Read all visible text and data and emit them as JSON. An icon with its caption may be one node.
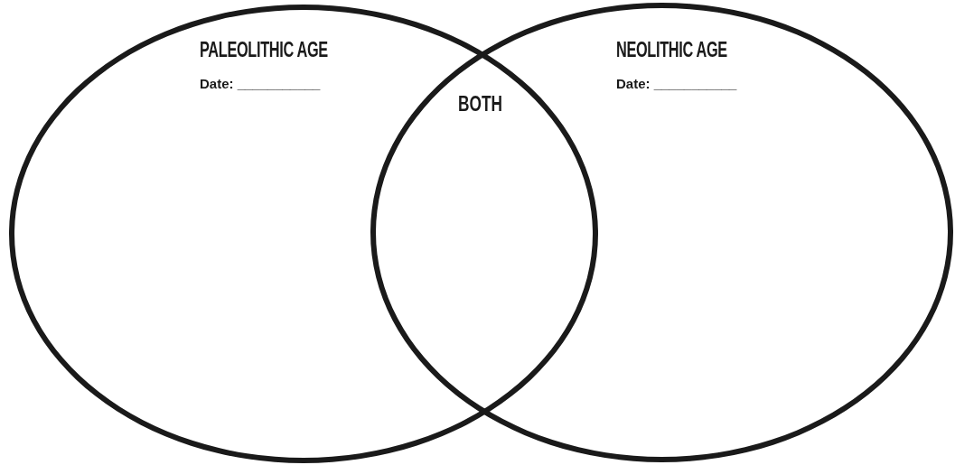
{
  "diagram": {
    "nodes": [
      {
        "text": [
          "PALEOLITHIC AGE",
          "Date: ___________"
        ]
      },
      {
        "text": [
          "NEOLITHIC AGE",
          "Date: ___________"
        ]
      }
    ],
    "labels": [
      "BOTH"
    ]
  }
}
